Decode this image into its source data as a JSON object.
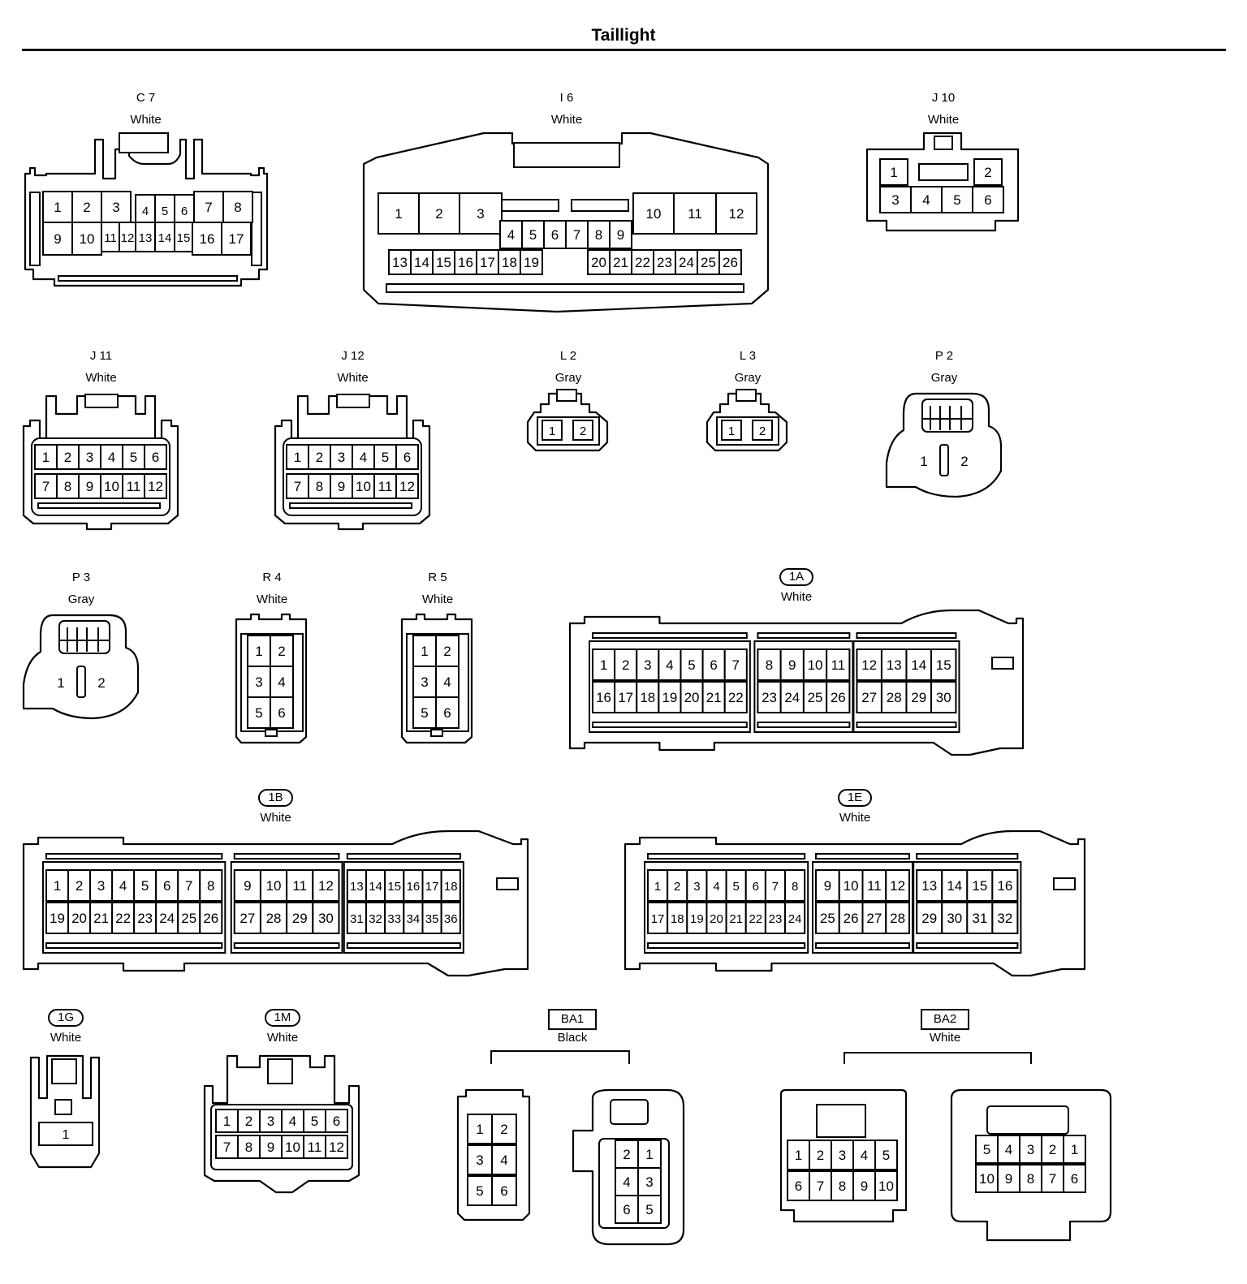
{
  "title": "Taillight",
  "connectors": [
    {
      "code": "C 7",
      "style": "plain",
      "color": "White",
      "rows": [
        [
          "1",
          "2",
          "3",
          "4",
          "5",
          "6",
          "7",
          "8"
        ],
        [
          "9",
          "10",
          "11",
          "12",
          "13",
          "14",
          "15",
          "16",
          "17"
        ]
      ]
    },
    {
      "code": "I 6",
      "style": "plain",
      "color": "White",
      "rows": [
        [
          "1",
          "2",
          "3",
          "10",
          "11",
          "12"
        ],
        [
          "4",
          "5",
          "6",
          "7",
          "8",
          "9"
        ],
        [
          "13",
          "14",
          "15",
          "16",
          "17",
          "18",
          "19",
          "20",
          "21",
          "22",
          "23",
          "24",
          "25",
          "26"
        ]
      ]
    },
    {
      "code": "J 10",
      "style": "plain",
      "color": "White",
      "rows": [
        [
          "1",
          "2"
        ],
        [
          "3",
          "4",
          "5",
          "6"
        ]
      ]
    },
    {
      "code": "J 11",
      "style": "plain",
      "color": "White",
      "rows": [
        [
          "1",
          "2",
          "3",
          "4",
          "5",
          "6"
        ],
        [
          "7",
          "8",
          "9",
          "10",
          "11",
          "12"
        ]
      ]
    },
    {
      "code": "J 12",
      "style": "plain",
      "color": "White",
      "rows": [
        [
          "1",
          "2",
          "3",
          "4",
          "5",
          "6"
        ],
        [
          "7",
          "8",
          "9",
          "10",
          "11",
          "12"
        ]
      ]
    },
    {
      "code": "L 2",
      "style": "plain",
      "color": "Gray",
      "rows": [
        [
          "1",
          "2"
        ]
      ]
    },
    {
      "code": "L 3",
      "style": "plain",
      "color": "Gray",
      "rows": [
        [
          "1",
          "2"
        ]
      ]
    },
    {
      "code": "P 2",
      "style": "plain",
      "color": "Gray",
      "rows": [
        [
          "1",
          "2"
        ]
      ]
    },
    {
      "code": "P 3",
      "style": "plain",
      "color": "Gray",
      "rows": [
        [
          "1",
          "2"
        ]
      ]
    },
    {
      "code": "R 4",
      "style": "plain",
      "color": "White",
      "rows": [
        [
          "1",
          "2"
        ],
        [
          "3",
          "4"
        ],
        [
          "5",
          "6"
        ]
      ]
    },
    {
      "code": "R 5",
      "style": "plain",
      "color": "White",
      "rows": [
        [
          "1",
          "2"
        ],
        [
          "3",
          "4"
        ],
        [
          "5",
          "6"
        ]
      ]
    },
    {
      "code": "1A",
      "style": "oval",
      "color": "White",
      "rows": [
        [
          "1",
          "2",
          "3",
          "4",
          "5",
          "6",
          "7",
          "8",
          "9",
          "10",
          "11",
          "12",
          "13",
          "14",
          "15"
        ],
        [
          "16",
          "17",
          "18",
          "19",
          "20",
          "21",
          "22",
          "23",
          "24",
          "25",
          "26",
          "27",
          "28",
          "29",
          "30"
        ]
      ]
    },
    {
      "code": "1B",
      "style": "oval",
      "color": "White",
      "rows": [
        [
          "1",
          "2",
          "3",
          "4",
          "5",
          "6",
          "7",
          "8",
          "9",
          "10",
          "11",
          "12",
          "13",
          "14",
          "15",
          "16",
          "17",
          "18"
        ],
        [
          "19",
          "20",
          "21",
          "22",
          "23",
          "24",
          "25",
          "26",
          "27",
          "28",
          "29",
          "30",
          "31",
          "32",
          "33",
          "34",
          "35",
          "36"
        ]
      ]
    },
    {
      "code": "1E",
      "style": "oval",
      "color": "White",
      "rows": [
        [
          "1",
          "2",
          "3",
          "4",
          "5",
          "6",
          "7",
          "8",
          "9",
          "10",
          "11",
          "12",
          "13",
          "14",
          "15",
          "16"
        ],
        [
          "17",
          "18",
          "19",
          "20",
          "21",
          "22",
          "23",
          "24",
          "25",
          "26",
          "27",
          "28",
          "29",
          "30",
          "31",
          "32"
        ]
      ]
    },
    {
      "code": "1G",
      "style": "oval",
      "color": "White",
      "rows": [
        [
          "1"
        ]
      ]
    },
    {
      "code": "1M",
      "style": "oval",
      "color": "White",
      "rows": [
        [
          "1",
          "2",
          "3",
          "4",
          "5",
          "6"
        ],
        [
          "7",
          "8",
          "9",
          "10",
          "11",
          "12"
        ]
      ]
    },
    {
      "code": "BA1",
      "style": "box",
      "color": "Black",
      "rows": [
        [
          "1",
          "2"
        ],
        [
          "3",
          "4"
        ],
        [
          "5",
          "6"
        ]
      ],
      "mate_rows": [
        [
          "2",
          "1"
        ],
        [
          "4",
          "3"
        ],
        [
          "6",
          "5"
        ]
      ]
    },
    {
      "code": "BA2",
      "style": "box",
      "color": "White",
      "rows": [
        [
          "1",
          "2",
          "3",
          "4",
          "5"
        ],
        [
          "6",
          "7",
          "8",
          "9",
          "10"
        ]
      ],
      "mate_rows": [
        [
          "5",
          "4",
          "3",
          "2",
          "1"
        ],
        [
          "10",
          "9",
          "8",
          "7",
          "6"
        ]
      ]
    }
  ]
}
